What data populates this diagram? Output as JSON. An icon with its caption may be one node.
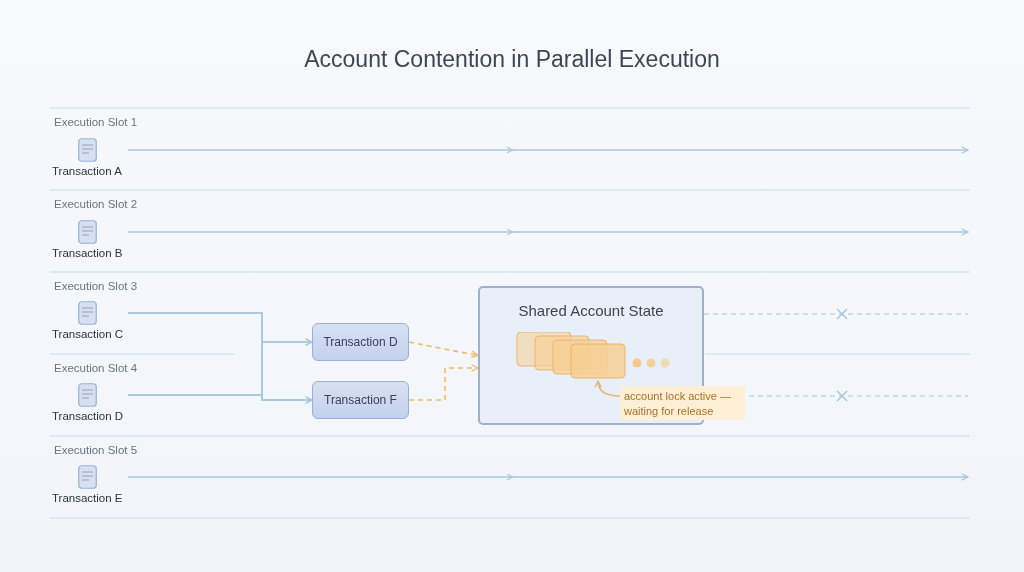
{
  "diagram": {
    "title": "Account Contention in Parallel Execution",
    "nodes": [
      {
        "text": [
          "Transaction A"
        ]
      },
      {
        "text": [
          "Transaction B"
        ]
      },
      {
        "text": [
          "Transaction C"
        ]
      },
      {
        "text": [
          "Transaction D"
        ]
      },
      {
        "text": [
          "Transaction D"
        ]
      },
      {
        "text": [
          "Transaction F"
        ]
      },
      {
        "text": [
          "Shared Account State"
        ]
      },
      {
        "text": [],
        "shape": "box",
        "in": 6
      },
      {
        "text": [
          "account lock active — waiting for release"
        ]
      },
      {
        "text": [
          "Transaction E"
        ]
      }
    ],
    "edges": [
      {
        "from": 0,
        "to": null,
        "arrow": "to"
      },
      {
        "from": 1,
        "to": null,
        "arrow": "to"
      },
      {
        "from": 2,
        "to": 4,
        "arrow": "to"
      },
      {
        "from": 2,
        "to": 5,
        "arrow": "to"
      },
      {
        "from": 3,
        "to": 4,
        "arrow": "to"
      },
      {
        "from": 3,
        "to": 5,
        "arrow": "to"
      },
      {
        "from": 4,
        "to": 6,
        "arrow": "to",
        "style": "dashed",
        "color": "#f0b96e"
      },
      {
        "from": 5,
        "to": 6,
        "arrow": "to",
        "style": "dashed",
        "color": "#f0b96e"
      },
      {
        "from": 6,
        "to": null,
        "arrow": "none",
        "style": "dashed",
        "color": "#c9d6e2"
      },
      {
        "from": 6,
        "to": null,
        "arrow": "none",
        "style": "dashed",
        "color": "#c9d6e2"
      },
      {
        "from": 8,
        "to": 7,
        "arrow": "to",
        "color": "#e3b47a"
      },
      {
        "from": 9,
        "to": null,
        "arrow": "to"
      }
    ],
    "labels": [
      "Execution Slot 1",
      "Execution Slot 2",
      "Execution Slot 3",
      "Execution Slot 4",
      "Execution Slot 5"
    ]
  }
}
